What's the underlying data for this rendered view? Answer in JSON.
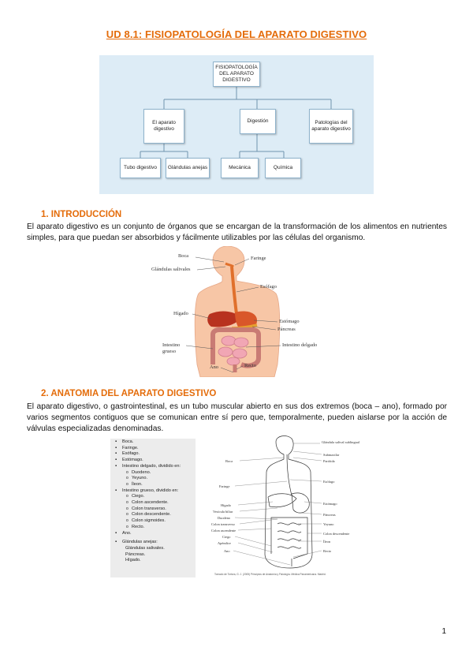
{
  "title": "UD 8.1: FISIOPATOLOGÍA DEL APARATO DIGESTIVO",
  "concept_map": {
    "root": "FISIOPATOLOGÍA DEL APARATO DIGESTIVO",
    "level1": [
      "El aparato digestivo",
      "Digestión",
      "Patologías del aparato digestivo"
    ],
    "level2": [
      "Tubo digestivo",
      "Glándulas anejas",
      "Mecánica",
      "Química"
    ]
  },
  "section1": {
    "heading": "1.  INTRODUCCIÓN",
    "text": "El aparato digestivo es un conjunto de órganos que se encargan de la transformación de los alimentos en nutrientes simples, para que puedan ser absorbidos y fácilmente utilizables por las células del organismo."
  },
  "figure1": {
    "labels": {
      "boca": "Boca",
      "glandulas": "Glándulas salivales",
      "faringe": "Faringe",
      "esofago": "Esófago",
      "higado": "Hígado",
      "estomago": "Estómago",
      "pancreas": "Páncreas",
      "intestino_delgado": "Intestino delgado",
      "intestino_grueso": "Intestino grueso",
      "ano": "Ano",
      "recto": "Recto"
    }
  },
  "section2": {
    "heading": "2.  ANATOMIA DEL APARATO DIGESTIVO",
    "text": "El aparato digestivo, o gastrointestinal, es un tubo muscular abierto en sus dos extremos (boca – ano), formado por varios segmentos contiguos que se comunican entre sí pero que, temporalmente, pueden aislarse por la acción de válvulas especializadas denominadas."
  },
  "list": {
    "tube": [
      {
        "level": 1,
        "text": "Boca."
      },
      {
        "level": 1,
        "text": "Faringe."
      },
      {
        "level": 1,
        "text": "Esófago."
      },
      {
        "level": 1,
        "text": "Estómago."
      },
      {
        "level": 1,
        "text": "Intestino delgado, dividido en:"
      },
      {
        "level": 2,
        "text": "Duodeno."
      },
      {
        "level": 2,
        "text": "Yeyuno."
      },
      {
        "level": 2,
        "text": "Íleon."
      },
      {
        "level": 1,
        "text": "Intestino grueso, dividido en:"
      },
      {
        "level": 2,
        "text": "Ciego."
      },
      {
        "level": 2,
        "text": "Colon ascendente."
      },
      {
        "level": 2,
        "text": "Colon transverso."
      },
      {
        "level": 2,
        "text": "Colon descendente."
      },
      {
        "level": 2,
        "text": "Colon sigmoides."
      },
      {
        "level": 2,
        "text": "Recto."
      },
      {
        "level": 1,
        "text": "Ano."
      }
    ],
    "glands_heading": "Glándulas anejas:",
    "glands": [
      "Glándulas salivales.",
      "Páncreas.",
      "Hígado."
    ]
  },
  "figure2": {
    "labels": {
      "r1": "Glándula salival sublingual",
      "r2": "Submaxilar",
      "r3": "Parótida",
      "r4": "Esófago",
      "r5": "Estómago",
      "r6": "Páncreas",
      "r7": "Yeyuno",
      "r8": "Colon descendente",
      "r9": "Íleon",
      "r10": "Recto",
      "l1": "Boca",
      "l2": "Faringe",
      "l3": "Hígado",
      "l4": "Vesícula biliar",
      "l5": "Duodeno",
      "l6": "Colon transverso",
      "l7": "Colon ascendente",
      "l8": "Ciego",
      "l9": "Apéndice",
      "l10": "Ano"
    },
    "caption": "Tomado de Tortora, G. J. (2005) Principios de Anatomía y Fisiología. Médica Panamericana. Madrid."
  },
  "page_number": "1"
}
